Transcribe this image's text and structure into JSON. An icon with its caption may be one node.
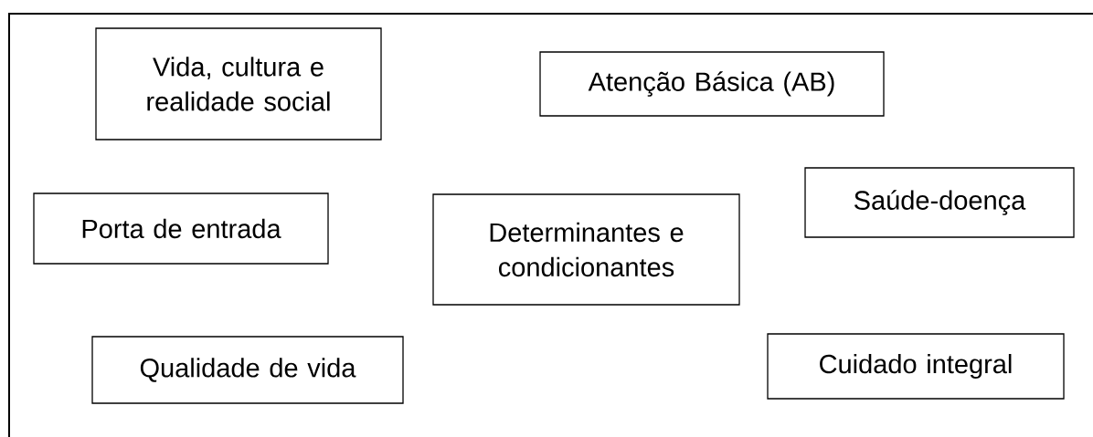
{
  "diagram": {
    "nodes": [
      {
        "text": [
          "Vida, cultura e realidade social"
        ]
      },
      {
        "text": [
          "Atenção Básica (AB)"
        ]
      },
      {
        "text": [
          "Porta de entrada"
        ]
      },
      {
        "text": [
          "Determinantes e condicionantes"
        ]
      },
      {
        "text": [
          "Saúde-doença"
        ]
      },
      {
        "text": [
          "Qualidade de vida"
        ]
      },
      {
        "text": [
          "Cuidado integral"
        ]
      }
    ]
  }
}
